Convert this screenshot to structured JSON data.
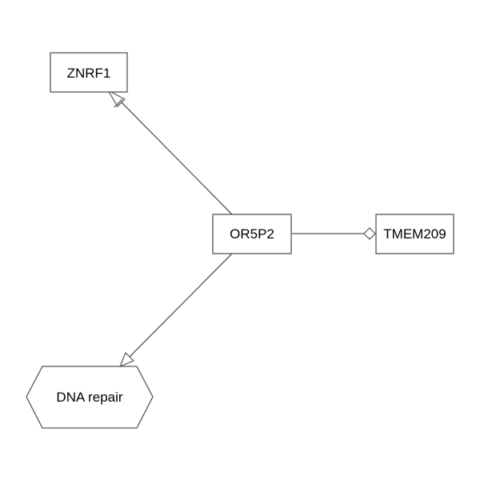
{
  "diagram": {
    "nodes": {
      "znrf1": {
        "label": "ZNRF1",
        "shape": "rectangle"
      },
      "or5p2": {
        "label": "OR5P2",
        "shape": "rectangle"
      },
      "tmem209": {
        "label": "TMEM209",
        "shape": "rectangle"
      },
      "dna_repair": {
        "label": "DNA repair",
        "shape": "hexagon"
      }
    },
    "edges": [
      {
        "from": "OR5P2",
        "to": "ZNRF1",
        "arrow": "open-triangle-with-bar"
      },
      {
        "from": "OR5P2",
        "to": "TMEM209",
        "arrow": "open-diamond"
      },
      {
        "from": "OR5P2",
        "to": "DNA repair",
        "arrow": "open-triangle"
      }
    ],
    "colors": {
      "stroke": "#555555",
      "fill": "#ffffff",
      "text": "#000000"
    }
  }
}
